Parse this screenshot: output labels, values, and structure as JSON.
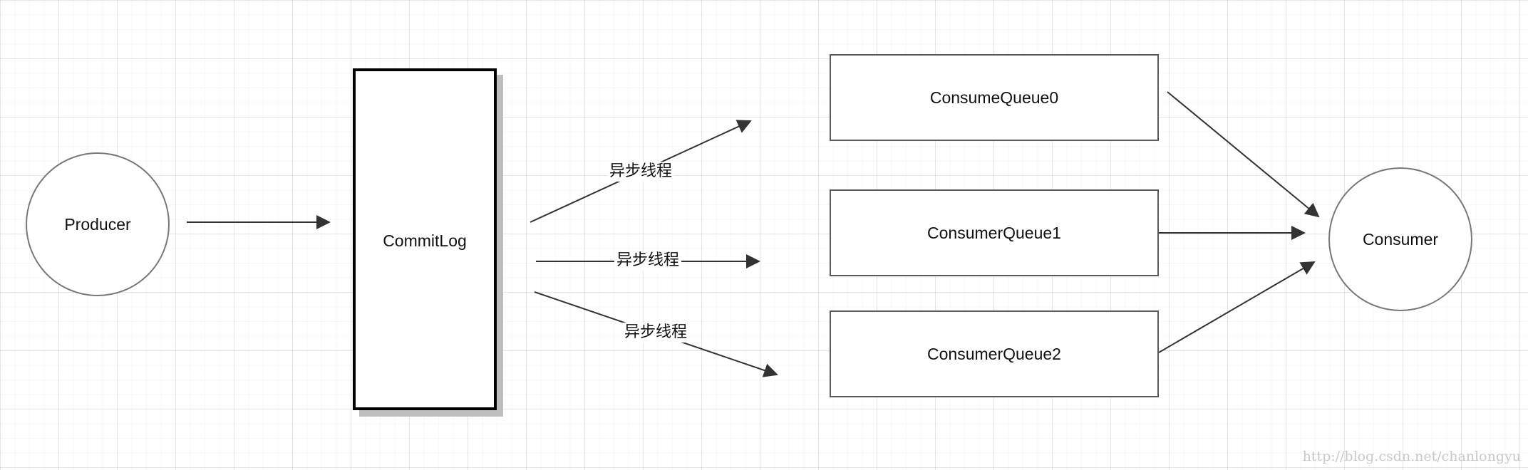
{
  "nodes": {
    "producer": "Producer",
    "commitlog": "CommitLog",
    "consume_queue_0": "ConsumeQueue0",
    "consumer_queue_1": "ConsumerQueue1",
    "consumer_queue_2": "ConsumerQueue2",
    "consumer": "Consumer"
  },
  "edges": {
    "async_label_top": "异步线程",
    "async_label_middle": "异步线程",
    "async_label_bottom": "异步线程"
  },
  "watermark": "http://blog.csdn.net/chanlongyu",
  "colors": {
    "arrow": "#333333",
    "circle_border": "#777777",
    "box_border": "#5a5a5a",
    "commitlog_border": "#000000",
    "commitlog_shadow": "#bdbdbd"
  }
}
